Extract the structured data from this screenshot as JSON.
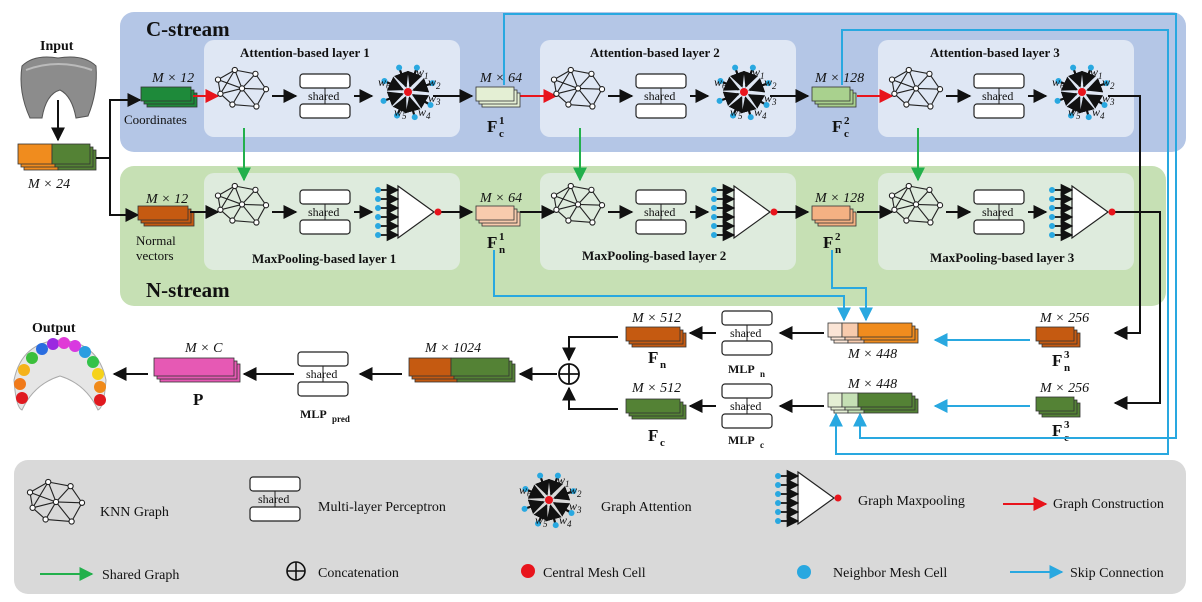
{
  "labels": {
    "input": "Input",
    "output": "Output",
    "c_stream": "C-stream",
    "n_stream": "N-stream",
    "att1": "Attention-based layer 1",
    "att2": "Attention-based layer 2",
    "att3": "Attention-based layer 3",
    "max1": "MaxPooling-based layer 1",
    "max2": "MaxPooling-based layer 2",
    "max3": "MaxPooling-based layer 3",
    "coordinates": "Coordinates",
    "normal_1": "Normal",
    "normal_2": "vectors",
    "shared": "shared",
    "dim_m24": "M × 24",
    "dim_m12": "M × 12",
    "dim_m64": "M × 64",
    "dim_m128": "M × 128",
    "dim_m256": "M × 256",
    "dim_m448": "M × 448",
    "dim_m512": "M × 512",
    "dim_m1024": "M × 1024",
    "dim_mc": "M × C",
    "fc": "F",
    "fc_sub": "c",
    "fn": "F",
    "fn_sub": "n",
    "sup1": "1",
    "sup2": "2",
    "sup3": "3",
    "p": "P",
    "mlp": "MLP",
    "mlp_n_sub": "n",
    "mlp_c_sub": "c",
    "mlp_pred_sub": "pred",
    "concat_symbol": "⊕",
    "w_labels": [
      "w",
      "w",
      "w",
      "w",
      "w",
      "w"
    ],
    "w_subs": [
      "1",
      "2",
      "3",
      "4",
      "5",
      "6"
    ]
  },
  "legend": {
    "knn_graph": "KNN Graph",
    "mlp": "Multi-layer Perceptron",
    "graph_attention": "Graph Attention",
    "graph_maxpooling": "Graph Maxpooling",
    "graph_construction": "Graph Construction",
    "shared_graph": "Shared Graph",
    "concatenation": "Concatenation",
    "central_cell": "Central Mesh Cell",
    "neighbor_cell": "Neighbor Mesh Cell",
    "skip_connection": "Skip Connection"
  },
  "colors": {
    "c_stream_bg": "#b4c6e6",
    "n_stream_bg": "#c6e0b4",
    "light_box": "#eef2f8",
    "dark_green": "#2e7d32",
    "green_feat": "#548235",
    "light_green": "#c9dfb3",
    "orange": "#f08c1e",
    "dark_orange": "#c55a11",
    "peach": "#f8cbad",
    "pink": "#e659b4",
    "red": "#e8141c",
    "blue": "#29a8e0",
    "arrow_green": "#22b04c",
    "legend_bg": "#d9d9d9"
  }
}
